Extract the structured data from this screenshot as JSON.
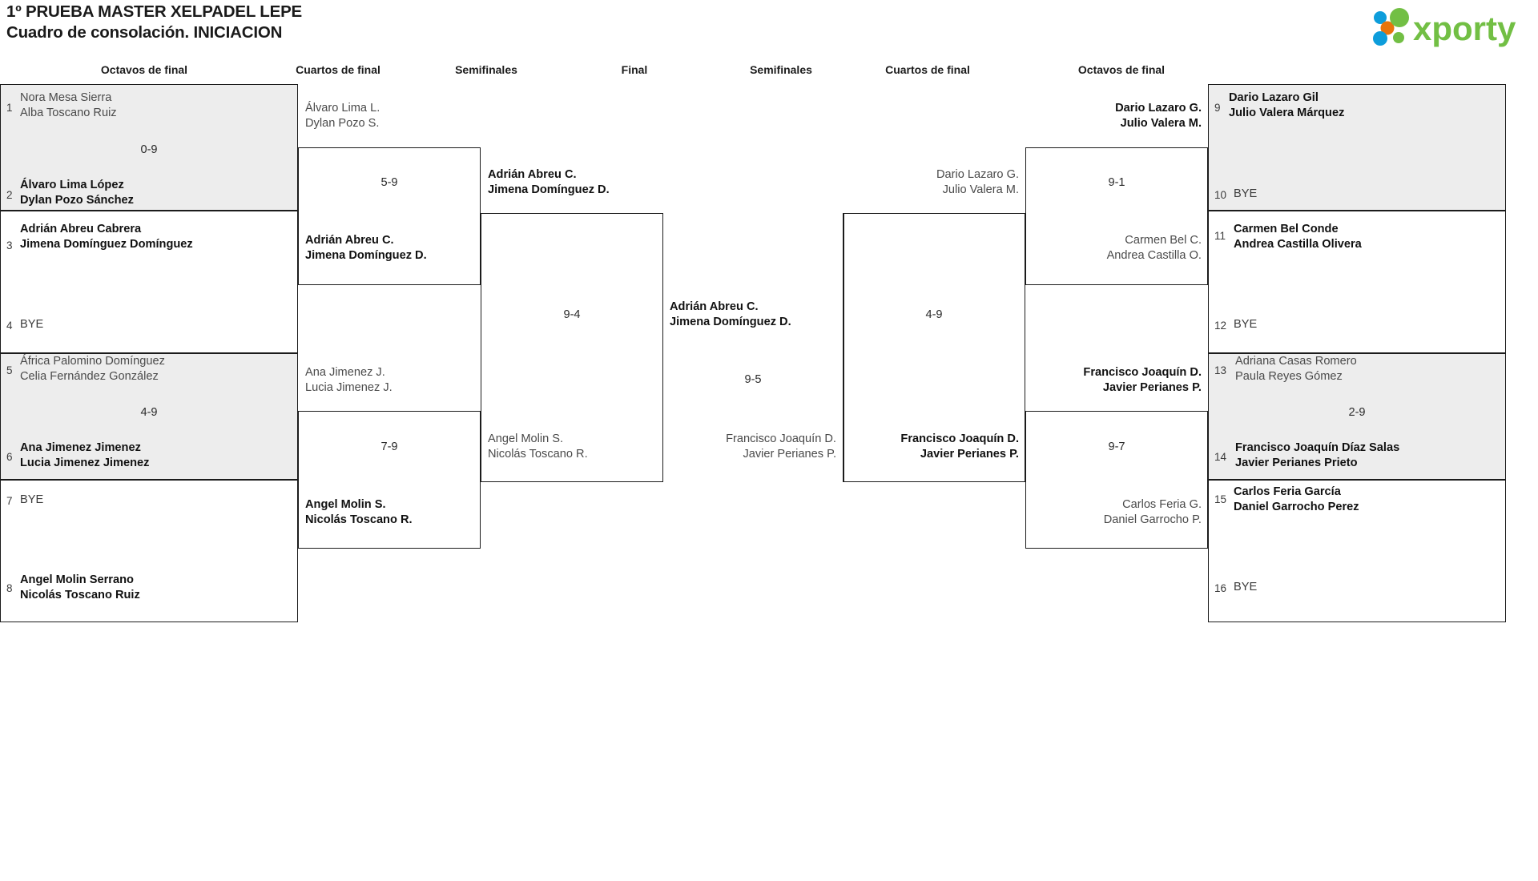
{
  "header": {
    "title_line1": "1º PRUEBA MASTER XELPADEL LEPE",
    "title_line2": "Cuadro de consolación. INICIACION",
    "logo_text": "xporty",
    "logo_colors": {
      "green": "#72bf44",
      "blue": "#0d9ddb",
      "orange": "#e8740c"
    }
  },
  "round_headers": [
    {
      "label": "Octavos de final"
    },
    {
      "label": "Cuartos de final"
    },
    {
      "label": "Semifinales"
    },
    {
      "label": "Final"
    },
    {
      "label": "Semifinales"
    },
    {
      "label": "Cuartos de final"
    },
    {
      "label": "Octavos de final"
    }
  ],
  "left_r16": {
    "m1": {
      "seed_top": "1",
      "top_l1": "Nora Mesa Sierra",
      "top_l2": "Alba Toscano Ruiz",
      "score": "0-9",
      "seed_bot": "2",
      "bot_l1": "Álvaro Lima López",
      "bot_l2": "Dylan Pozo Sánchez"
    },
    "m2": {
      "seed_top": "3",
      "top_l1": "Adrián Abreu Cabrera",
      "top_l2": "Jimena Domínguez Domínguez",
      "seed_bot": "4",
      "bot_bye": "BYE"
    },
    "m3": {
      "seed_top": "5",
      "top_l1": "África Palomino Domínguez",
      "top_l2": "Celia Fernández González",
      "score": "4-9",
      "seed_bot": "6",
      "bot_l1": "Ana Jimenez Jimenez",
      "bot_l2": "Lucia Jimenez Jimenez"
    },
    "m4": {
      "seed_top": "7",
      "top_bye": "BYE",
      "seed_bot": "8",
      "bot_l1": "Angel Molin Serrano",
      "bot_l2": "Nicolás Toscano Ruiz"
    }
  },
  "left_qf": {
    "m1": {
      "top_l1": "Álvaro Lima L.",
      "top_l2": "Dylan Pozo S.",
      "score": "5-9",
      "bot_l1": "Adrián Abreu C.",
      "bot_l2": "Jimena Domínguez D."
    },
    "m2": {
      "top_l1": "Ana Jimenez J.",
      "top_l2": "Lucia Jimenez J.",
      "score": "7-9",
      "bot_l1": "Angel Molin S.",
      "bot_l2": "Nicolás Toscano R."
    }
  },
  "left_sf": {
    "m1": {
      "top_l1": "Adrián Abreu C.",
      "top_l2": "Jimena Domínguez D.",
      "score": "9-4",
      "bot_l1": "Angel Molin S.",
      "bot_l2": "Nicolás Toscano R."
    }
  },
  "final": {
    "top_l1": "Adrián Abreu C.",
    "top_l2": "Jimena Domínguez D.",
    "score": "9-5",
    "bot_l1": "Francisco Joaquín D.",
    "bot_l2": "Javier Perianes P."
  },
  "right_sf": {
    "m1": {
      "top_l1": "Dario Lazaro G.",
      "top_l2": "Julio Valera M.",
      "score": "4-9",
      "bot_l1": "Francisco Joaquín D.",
      "bot_l2": "Javier Perianes P."
    }
  },
  "right_qf": {
    "m1": {
      "top_l1": "Dario Lazaro G.",
      "top_l2": "Julio Valera M.",
      "score": "9-1",
      "bot_l1": "Carmen Bel C.",
      "bot_l2": "Andrea Castilla O."
    },
    "m2": {
      "top_l1": "Francisco Joaquín D.",
      "top_l2": "Javier Perianes P.",
      "score": "9-7",
      "bot_l1": "Carlos Feria G.",
      "bot_l2": "Daniel Garrocho P."
    }
  },
  "right_r16": {
    "m1": {
      "seed_top": "9",
      "top_l1": "Dario Lazaro Gil",
      "top_l2": "Julio Valera Márquez",
      "seed_bot": "10",
      "bot_bye": "BYE"
    },
    "m2": {
      "seed_top": "11",
      "top_l1": "Carmen Bel Conde",
      "top_l2": "Andrea Castilla Olivera",
      "seed_bot": "12",
      "bot_bye": "BYE"
    },
    "m3": {
      "seed_top": "13",
      "top_l1": "Adriana Casas Romero",
      "top_l2": "Paula Reyes Gómez",
      "score": "2-9",
      "seed_bot": "14",
      "bot_l1": "Francisco Joaquín Díaz Salas",
      "bot_l2": "Javier Perianes Prieto"
    },
    "m4": {
      "seed_top": "15",
      "top_l1": "Carlos Feria García",
      "top_l2": "Daniel Garrocho Perez",
      "seed_bot": "16",
      "bot_bye": "BYE"
    }
  }
}
